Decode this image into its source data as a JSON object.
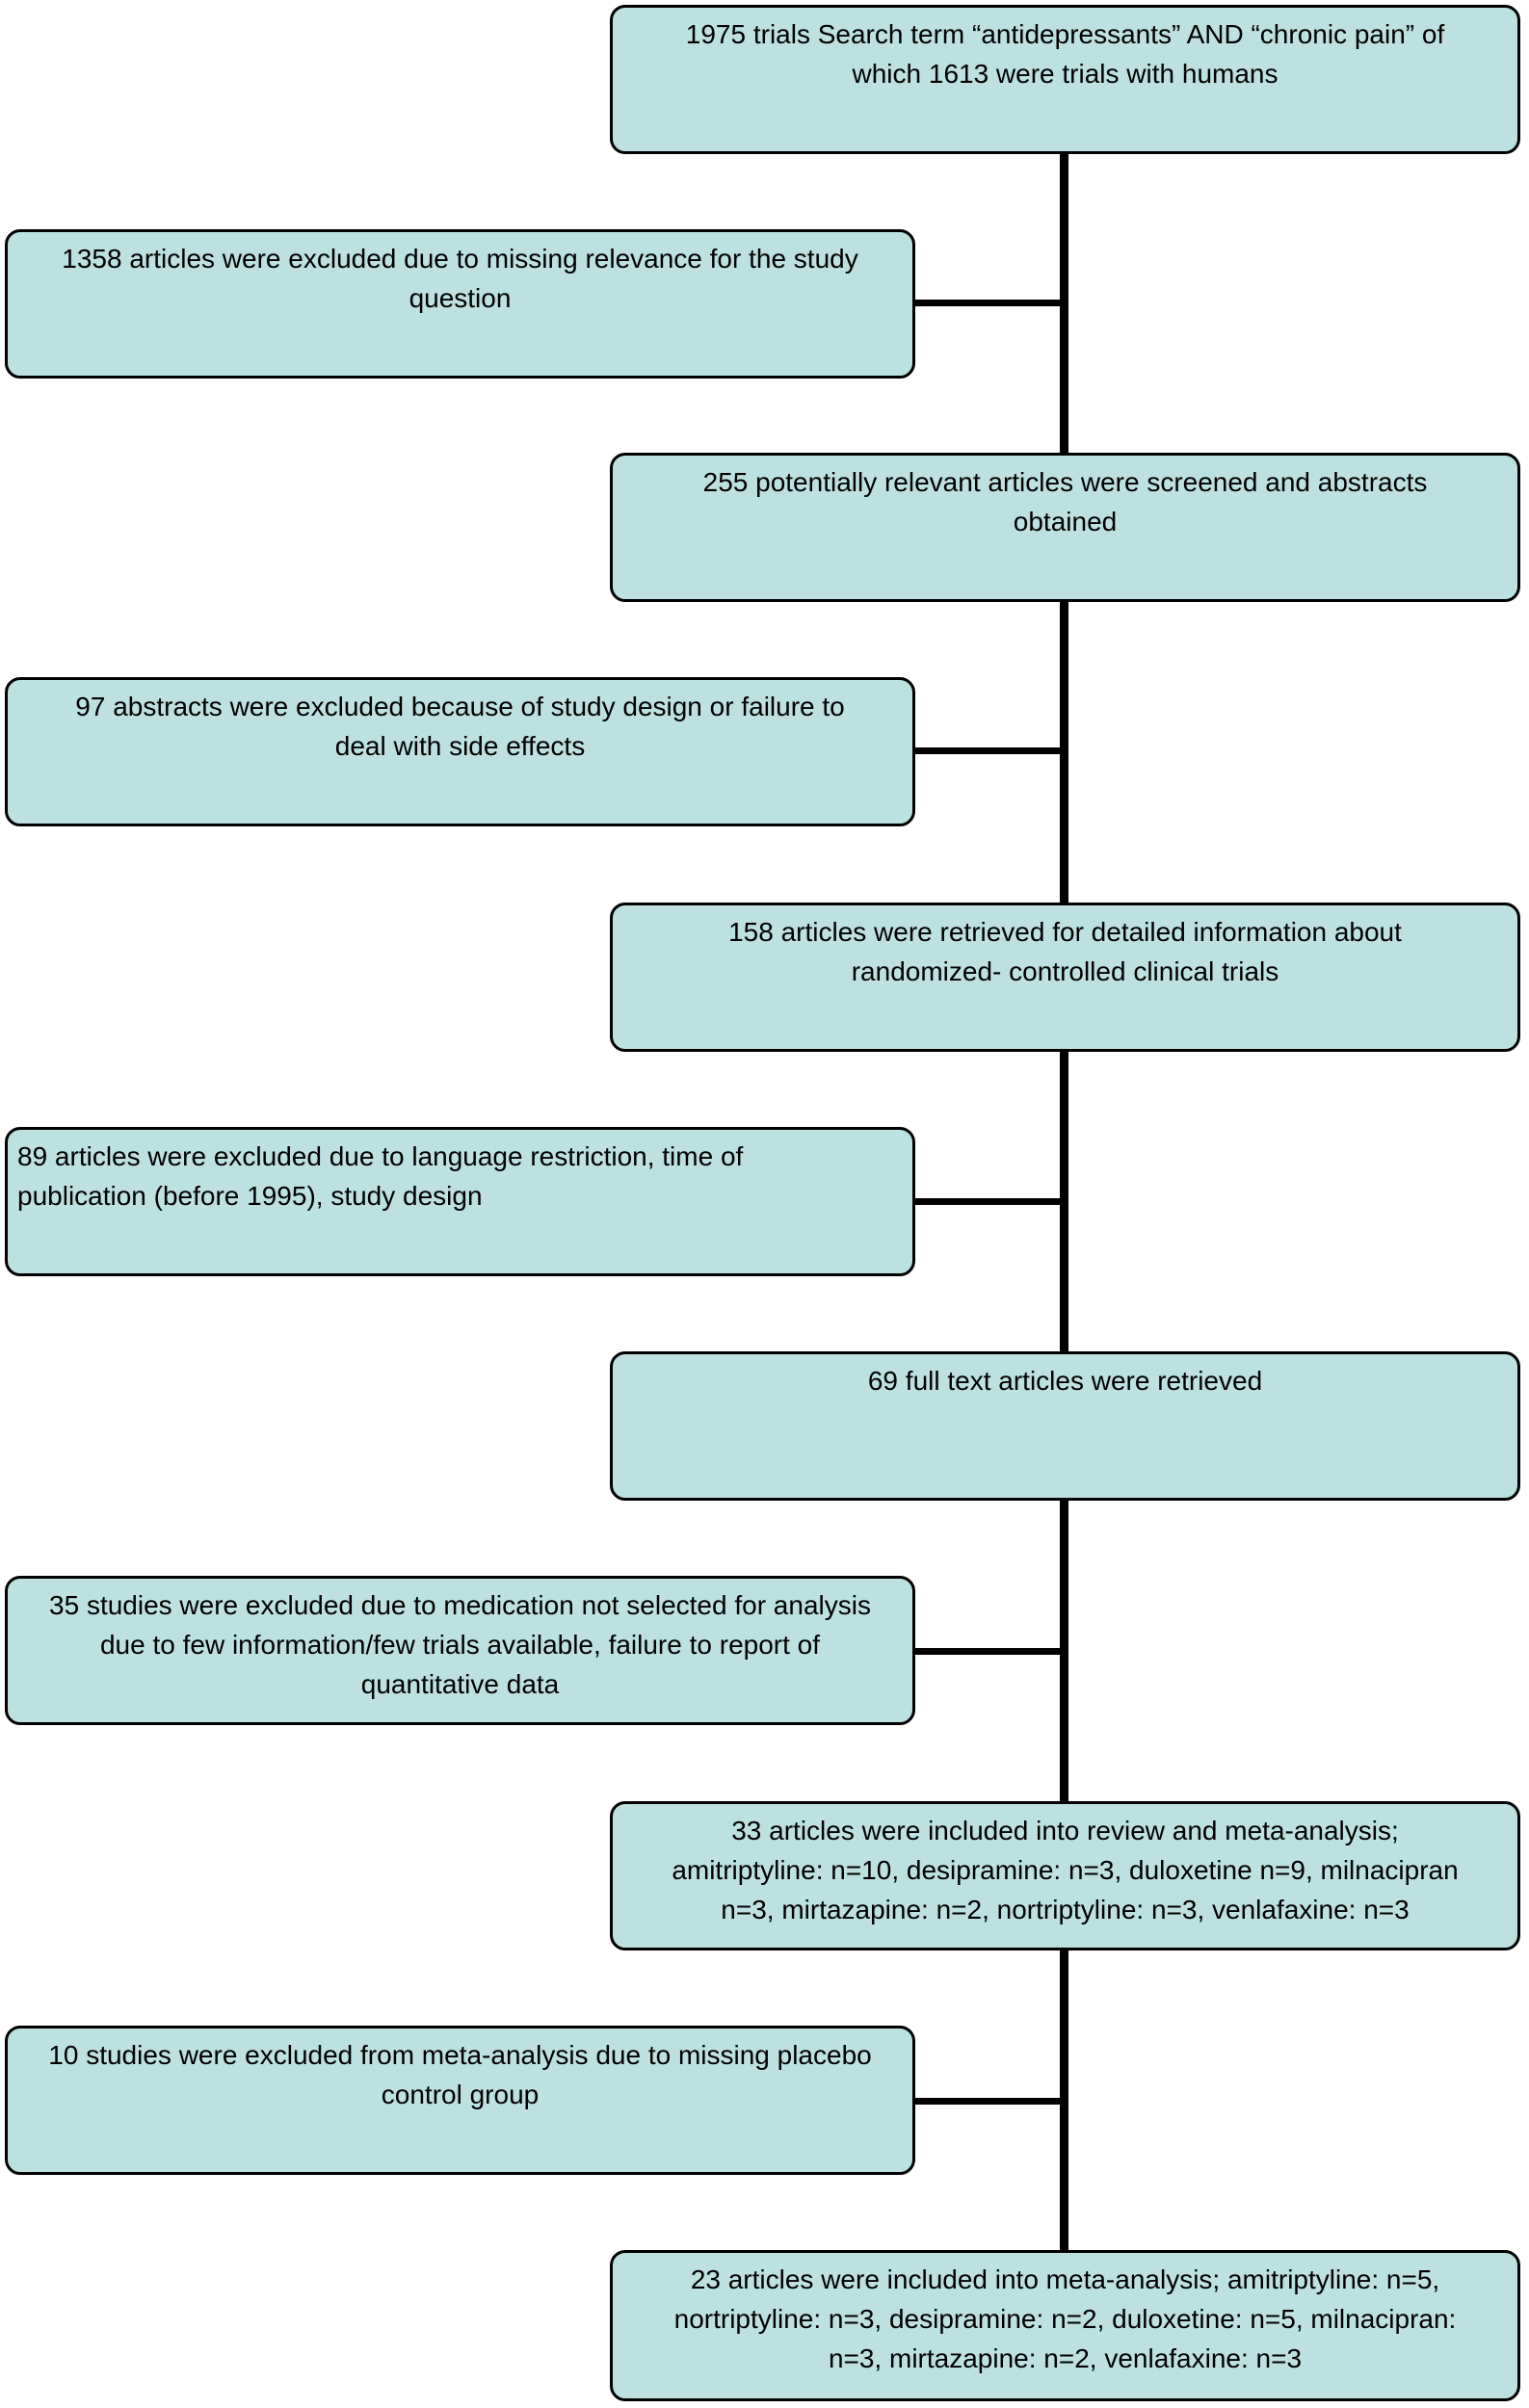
{
  "flowchart": {
    "main_boxes": [
      {
        "lines": [
          "1975 trials Search term “antidepressants” AND “chronic pain” of",
          "which 1613 were trials with humans"
        ]
      },
      {
        "lines": [
          "255 potentially relevant articles were screened and abstracts",
          "obtained"
        ]
      },
      {
        "lines": [
          "158 articles were retrieved for detailed information about",
          "randomized- controlled clinical trials"
        ]
      },
      {
        "lines": [
          "69 full text articles were retrieved"
        ]
      },
      {
        "lines": [
          "33 articles were included into review and meta-analysis;",
          "amitriptyline: n=10, desipramine: n=3, duloxetine n=9, milnacipran",
          "n=3, mirtazapine: n=2, nortriptyline: n=3, venlafaxine: n=3"
        ]
      },
      {
        "lines": [
          "23 articles were included into meta-analysis; amitriptyline: n=5,",
          "nortriptyline: n=3, desipramine: n=2, duloxetine: n=5, milnacipran:",
          "n=3, mirtazapine: n=2, venlafaxine: n=3"
        ]
      }
    ],
    "exclusion_boxes": [
      {
        "lines": [
          "1358 articles were excluded due to missing relevance for the study",
          "question"
        ]
      },
      {
        "lines": [
          "97 abstracts were excluded because of study design or failure to",
          "deal with side effects"
        ]
      },
      {
        "lines": [
          "89 articles were excluded due to language restriction,  time of",
          "publication (before 1995), study design"
        ]
      },
      {
        "lines": [
          "35 studies were excluded due to medication not selected for analysis",
          "due to few information/few trials available, failure to report of",
          "quantitative data"
        ]
      },
      {
        "lines": [
          "10 studies were excluded from meta-analysis due to missing placebo",
          "control group"
        ]
      }
    ]
  }
}
